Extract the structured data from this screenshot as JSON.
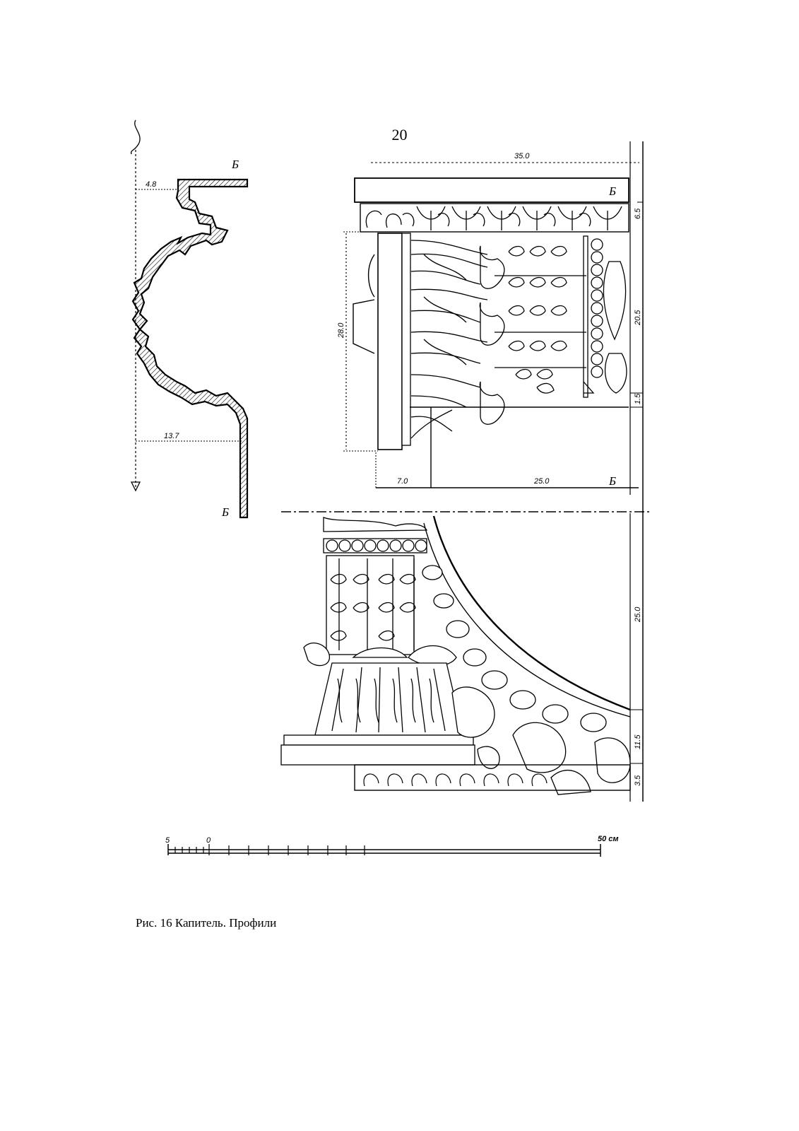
{
  "page": {
    "number": "20"
  },
  "caption": "Рис. 16 Капитель. Профили",
  "profile": {
    "dims": {
      "top_offset": "4.8",
      "bottom_offset": "13.7"
    },
    "section_marks": {
      "top": "Б",
      "bottom": "Б"
    }
  },
  "elevation": {
    "dims": {
      "total_width": "35.0",
      "abacus_height": "6.5",
      "capital_height": "28.0",
      "leaf_zone": "20.5",
      "astragal": "1.5",
      "base_left": "7.0",
      "base_right": "25.0"
    },
    "section_marks": {
      "top": "Б",
      "bottom": "Б"
    }
  },
  "lower_view": {
    "dims": {
      "upper": "25.0",
      "middle": "11.5",
      "lower": "3.5"
    }
  },
  "scale_bar": {
    "left_label": "5",
    "zero_label": "0",
    "end_label": "50 см"
  }
}
